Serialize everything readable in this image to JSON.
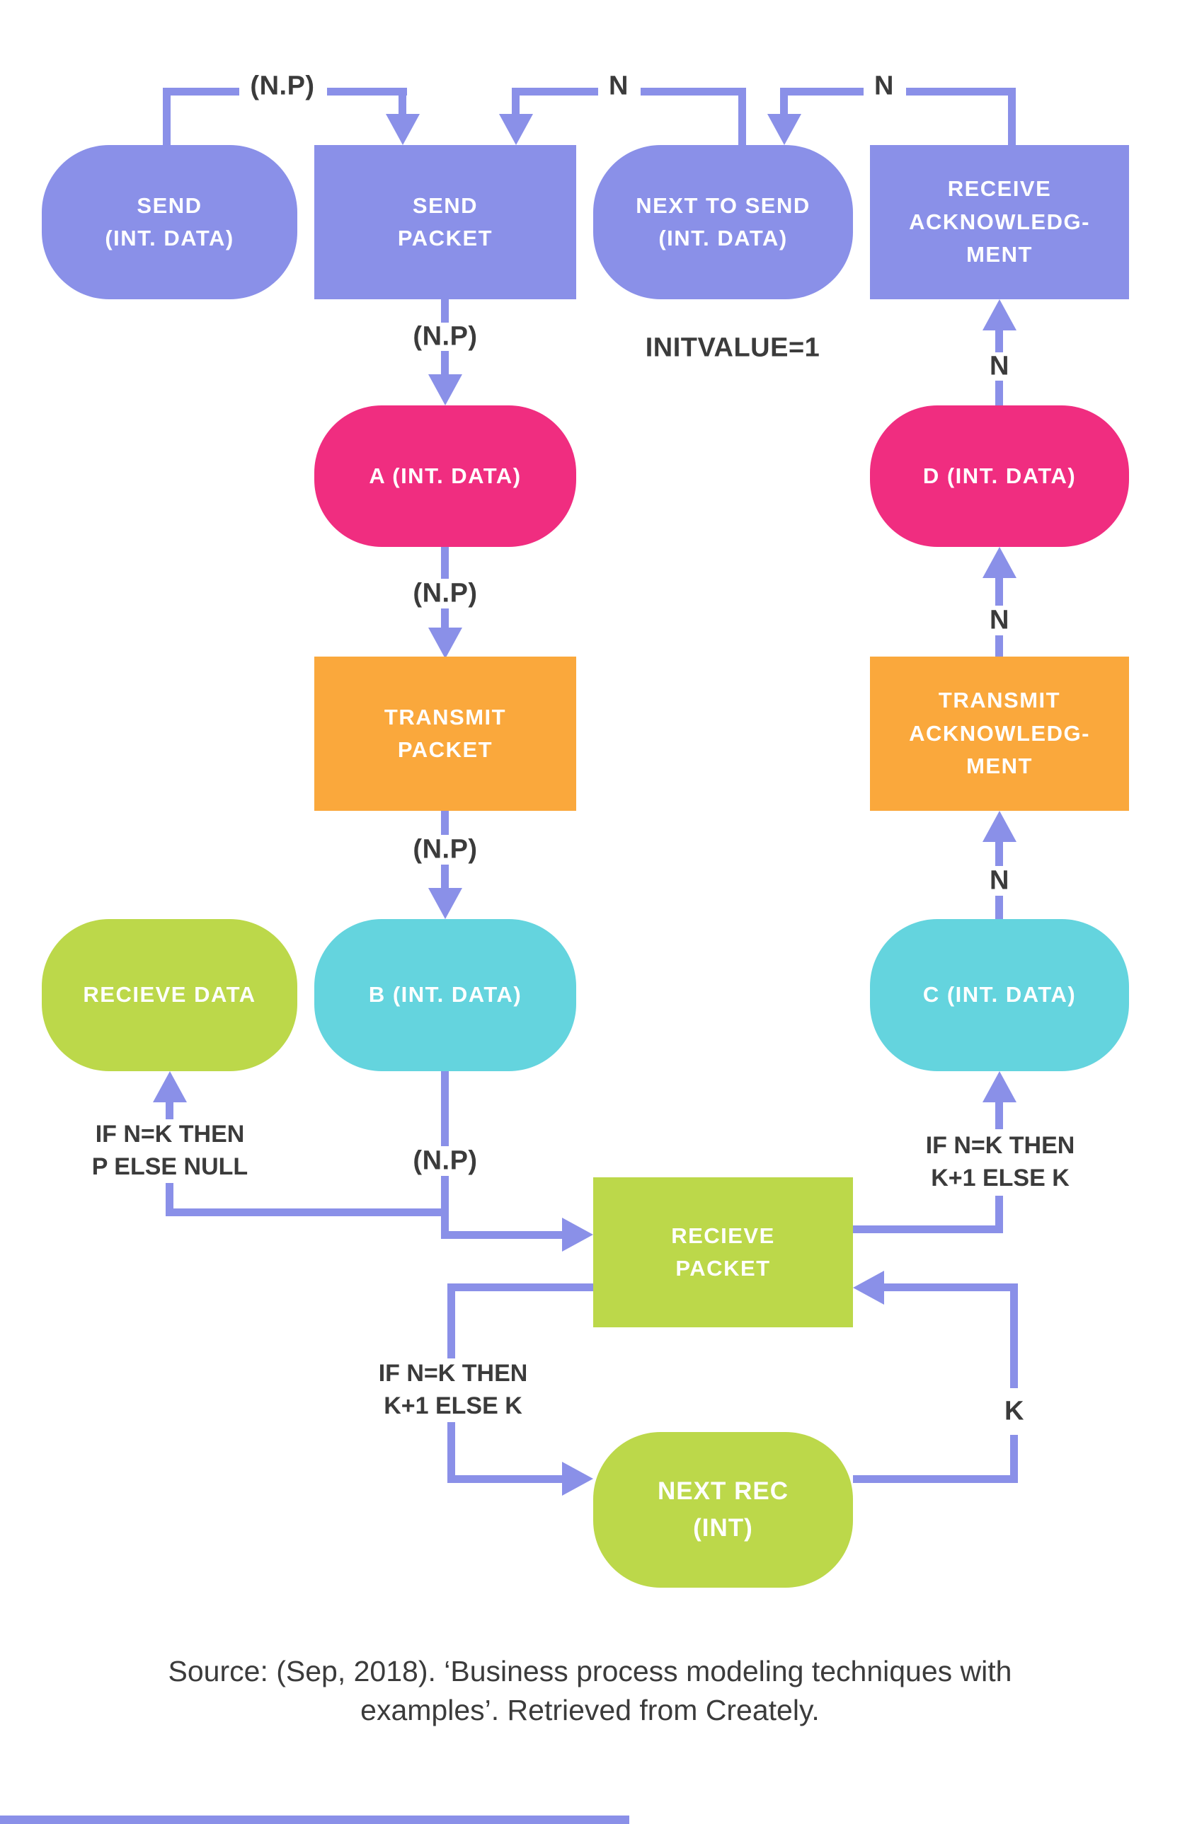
{
  "nodes": {
    "send": {
      "lines": [
        "SEND",
        "(INT. DATA)"
      ]
    },
    "send_packet": {
      "lines": [
        "SEND",
        "PACKET"
      ]
    },
    "next_to_send": {
      "lines": [
        "NEXT TO SEND",
        "(INT. DATA)"
      ]
    },
    "receive_ack": {
      "lines": [
        "RECEIVE",
        "ACKNOWLEDG-",
        "MENT"
      ]
    },
    "a": {
      "lines": [
        "A (INT. DATA)"
      ]
    },
    "d": {
      "lines": [
        "D (INT. DATA)"
      ]
    },
    "transmit_packet": {
      "lines": [
        "TRANSMIT",
        "PACKET"
      ]
    },
    "transmit_ack": {
      "lines": [
        "TRANSMIT",
        "ACKNOWLEDG-",
        "MENT"
      ]
    },
    "recieve_data": {
      "lines": [
        "RECIEVE DATA"
      ]
    },
    "b": {
      "lines": [
        "B (INT. DATA)"
      ]
    },
    "c": {
      "lines": [
        "C (INT. DATA)"
      ]
    },
    "recieve_packet": {
      "lines": [
        "RECIEVE",
        "PACKET"
      ]
    },
    "next_rec": {
      "lines": [
        "NEXT REC",
        "(INT)"
      ]
    }
  },
  "edge_labels": {
    "np_rail_top": "(N.P)",
    "n_rail_1": "N",
    "n_rail_2": "N",
    "initvalue": "INITVALUE=1",
    "np_sp_to_a": "(N.P)",
    "np_a_to_tp": "(N.P)",
    "np_tp_to_b": "(N.P)",
    "np_b_to_rp": "(N.P)",
    "n_d_to_ra": "N",
    "n_ta_to_d": "N",
    "n_c_to_ta": "N",
    "cond_to_recieve_data": [
      "IF N=K THEN",
      "P ELSE NULL"
    ],
    "cond_to_c": [
      "IF N=K THEN",
      "K+1 ELSE K"
    ],
    "cond_to_next_rec": [
      "IF N=K THEN",
      "K+1 ELSE K"
    ],
    "k_loop": "K"
  },
  "caption": {
    "line1": "Source: (Sep, 2018). ‘Business process modeling techniques with",
    "line2": "examples’. Retrieved from Creately."
  },
  "colors": {
    "periwinkle": "#8a90e8",
    "edge": "#8a90e8",
    "pink": "#f02d80",
    "orange": "#faa83c",
    "lime": "#bcd84a",
    "cyan": "#64d4de",
    "label": "#3b3b3b"
  }
}
